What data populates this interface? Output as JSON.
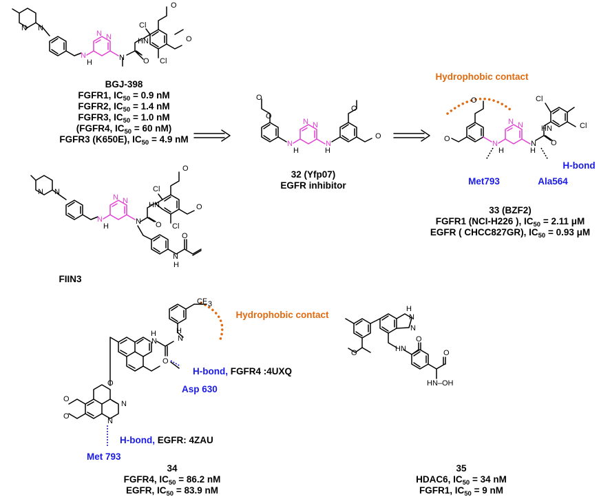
{
  "compounds": {
    "bgj398": {
      "name": "BGJ-398",
      "lines": [
        [
          "FGFR1, IC",
          "50",
          " = 0.9 nM"
        ],
        [
          "FGFR2, IC",
          "50",
          " = 1.4 nM"
        ],
        [
          "FGFR3, IC",
          "50",
          " = 1.0 nM"
        ],
        [
          "(FGFR4, IC",
          "50",
          " = 60 nM)"
        ],
        [
          "FGFR3 (K650E), IC",
          "50",
          " = 4.9 nM"
        ]
      ]
    },
    "fiin3": {
      "name": "FIIN3"
    },
    "c32": {
      "name": "32 (Yfp07)",
      "subtitle": "EGFR inhibitor"
    },
    "c33": {
      "name": "33 (BZF2)",
      "lines": [
        [
          "FGFR1 (NCI-H226 ), IC",
          "50",
          " = 2.11 μM"
        ],
        [
          "EGFR ( CHCC827GR), IC",
          "50",
          " = 0.93 μM"
        ]
      ],
      "hydrophobic": "Hydrophobic contact",
      "hbond": "H-bond",
      "met": "Met793",
      "ala": "Ala564"
    },
    "c34": {
      "name": "34",
      "lines": [
        [
          "FGFR4, IC",
          "50",
          " = 86.2 nM"
        ],
        [
          "EGFR, IC",
          "50",
          " = 83.9 nM"
        ]
      ],
      "hydrophobic": "Hydrophobic contact",
      "hbond1": "H-bond,",
      "hbond1_target": " FGFR4 :4UXQ",
      "asp": "Asp 630",
      "hbond2": "H-bond,",
      "hbond2_target": " EGFR: 4ZAU",
      "met": "Met 793"
    },
    "c35": {
      "name": "35",
      "lines": [
        [
          "HDAC6,  IC",
          "50",
          " = 34 nM"
        ],
        [
          "FGFR1,  IC",
          "50",
          " = 9 nM"
        ]
      ]
    }
  },
  "atoms": {
    "N": "N",
    "NH": "NH",
    "HN": "HN",
    "H": "H",
    "O": "O",
    "Cl": "Cl",
    "CF3": "CF3",
    "N_OH": "N–OH"
  }
}
